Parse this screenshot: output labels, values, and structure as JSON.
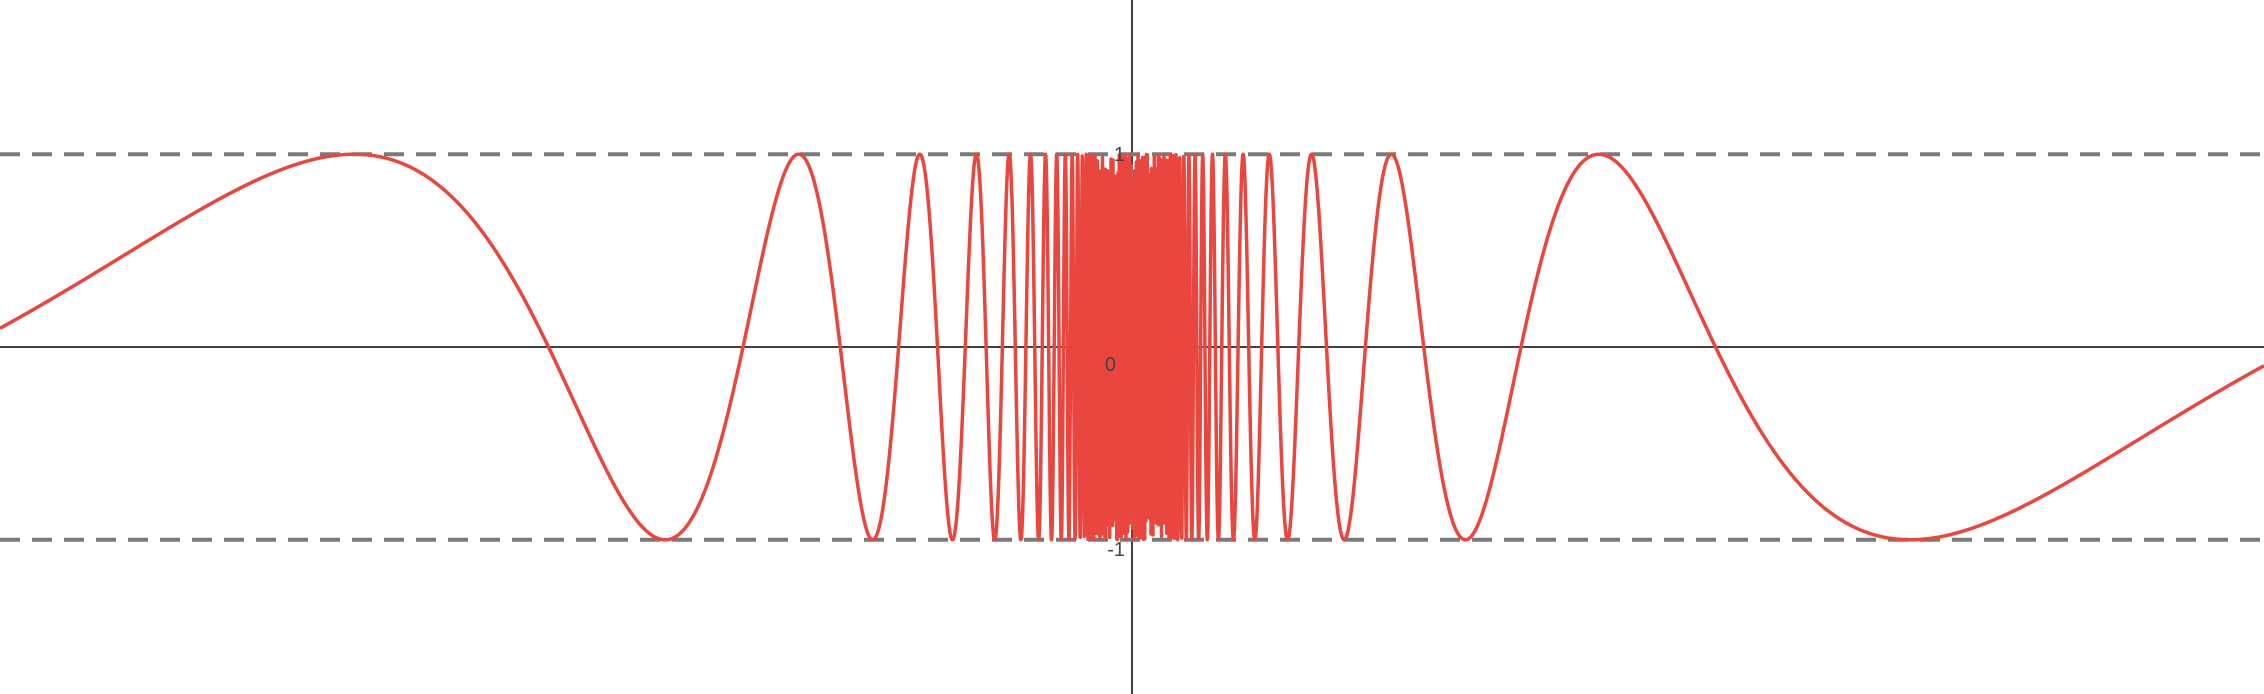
{
  "chart_data": {
    "type": "line",
    "title": "",
    "xlabel": "",
    "ylabel": "",
    "xlim": [
      -0.97,
      0.97
    ],
    "ylim": [
      -1.8,
      1.8
    ],
    "grid": false,
    "y_tick_labels": [
      {
        "value": 1,
        "label": "1"
      },
      {
        "value": 0,
        "label": "0"
      },
      {
        "value": -1,
        "label": "-1"
      }
    ],
    "asymptotes": [
      {
        "y": 1,
        "style": "dashed"
      },
      {
        "y": -1,
        "style": "dashed"
      }
    ],
    "series": [
      {
        "function": "sin(pi / x)",
        "color": "#e8463f"
      }
    ],
    "colors": {
      "curve": "#e8463f",
      "asymptote": "#7a7a7a",
      "axis": "#000000"
    }
  }
}
